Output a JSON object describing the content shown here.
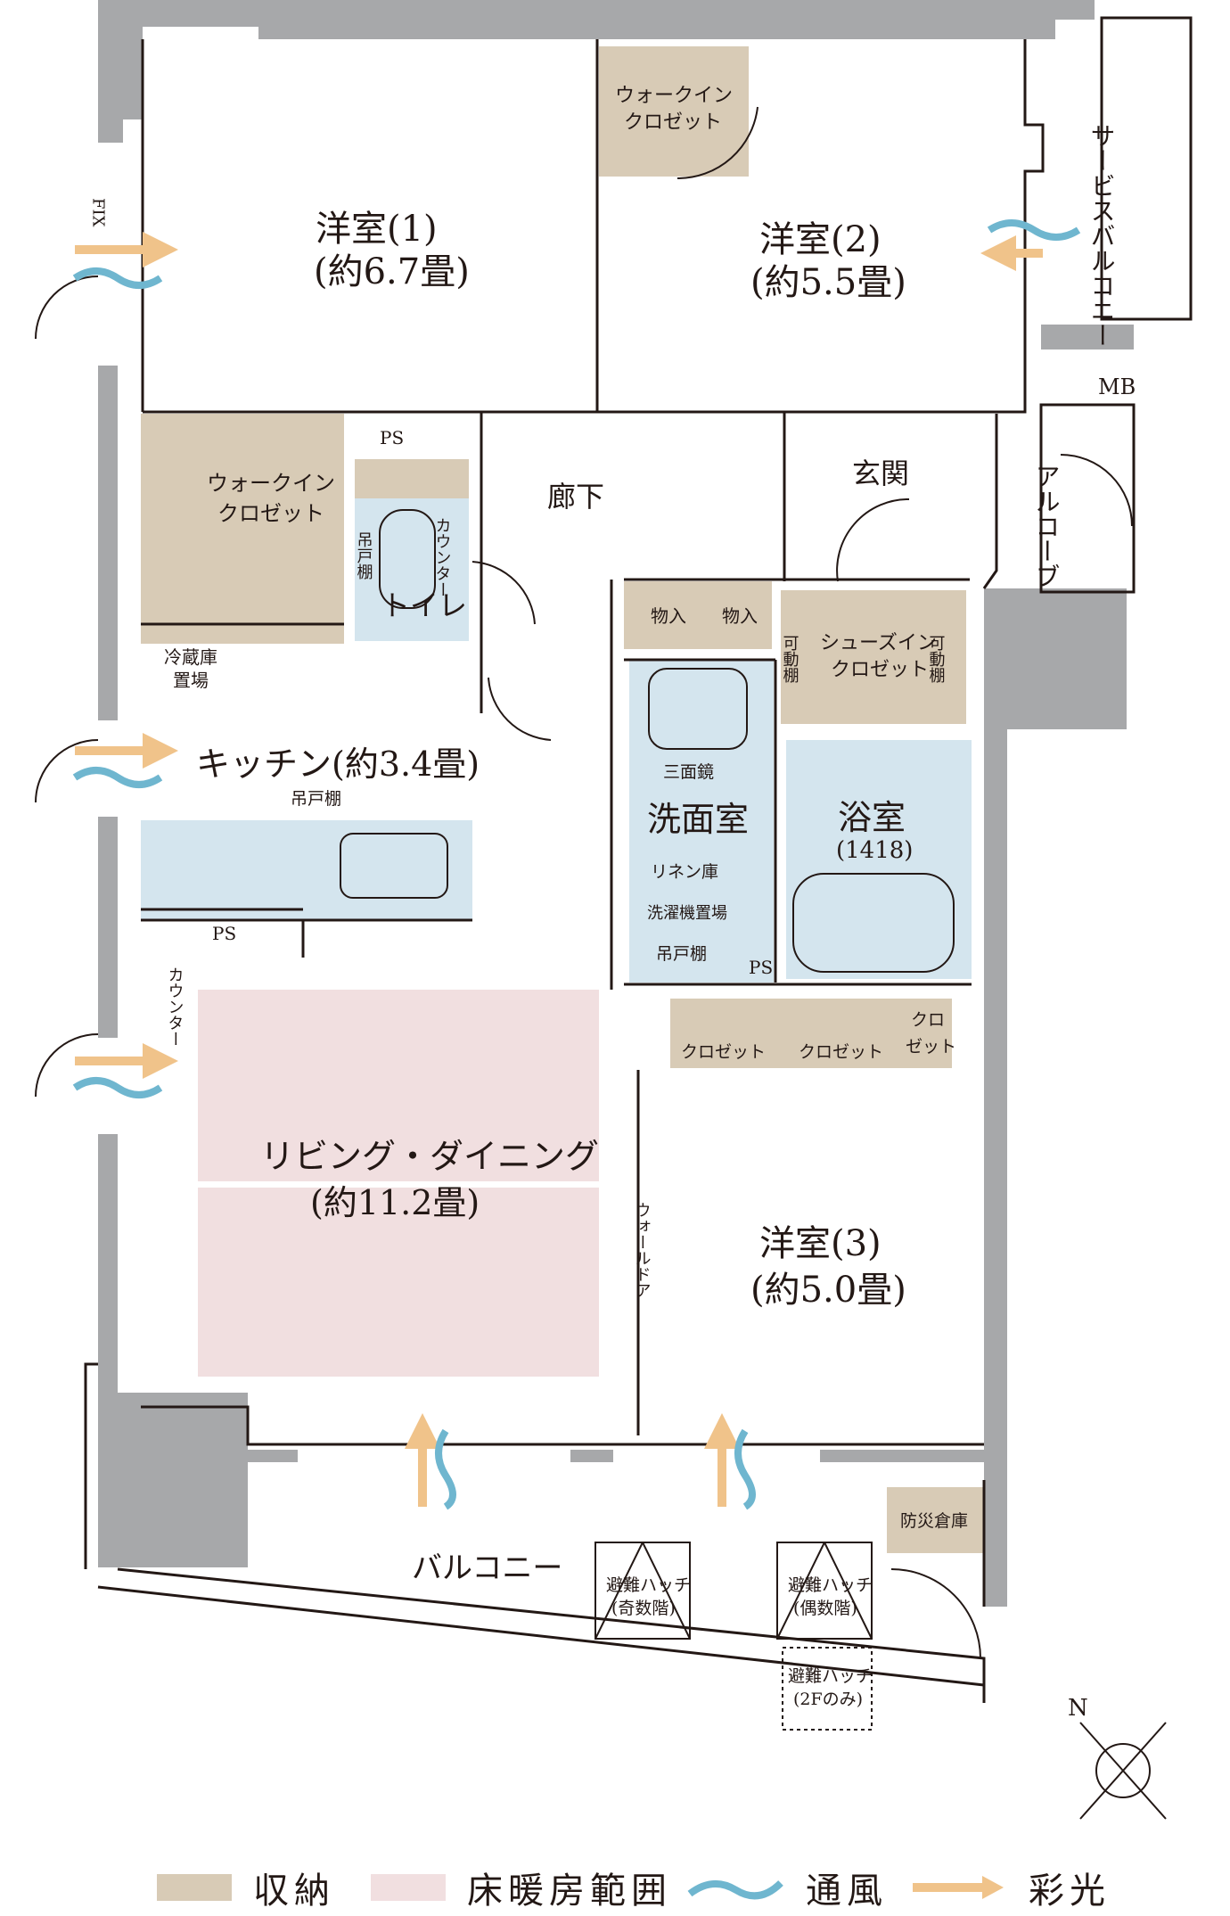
{
  "rooms": {
    "western1_name": "洋室(1)",
    "western1_size": "(約6.7畳)",
    "western2_name": "洋室(2)",
    "western2_size": "(約5.5畳)",
    "western3_name": "洋室(3)",
    "western3_size": "(約5.0畳)",
    "kitchen": "キッチン(約3.4畳)",
    "living_name": "リビング・ダイニング",
    "living_size": "(約11.2畳)",
    "corridor": "廊下",
    "entrance": "玄関",
    "toilet": "トイレ",
    "washroom": "洗面室",
    "bath_name": "浴室",
    "bath_size": "(1418)",
    "balcony": "バルコニー",
    "service_balcony": "サービスバルコニー",
    "alcove": "アルコーブ",
    "mb": "MB"
  },
  "storage": {
    "wic_top_line1": "ウォークイン",
    "wic_top_line2": "クロゼット",
    "wic_left_line1": "ウォークイン",
    "wic_left_line2": "クロゼット",
    "shoes_line1": "シューズイン",
    "shoes_line2": "クロゼット",
    "movable_shelf": "可動棚",
    "monoire": "物入",
    "closet": "クロゼット",
    "closet_small_1": "クロ",
    "closet_small_2": "ゼット",
    "linen": "リネン庫",
    "hanging_shelf": "吊戸棚",
    "fridge_line1": "冷蔵庫",
    "fridge_line2": "置場",
    "washer": "洗濯機置場",
    "counter": "カウンター",
    "ps": "PS",
    "mirror": "三面鏡",
    "wall_door": "ウォールドア",
    "fix": "FIX",
    "disaster_storage": "防災倉庫"
  },
  "hatches": {
    "odd_line1": "避難ハッチ",
    "odd_line2": "(奇数階)",
    "even_line1": "避難ハッチ",
    "even_line2": "(偶数階)",
    "second_line1": "避難ハッチ",
    "second_line2": "(2Fのみ)"
  },
  "compass": "N",
  "legend": {
    "storage": "収納",
    "floor_heating": "床暖房範囲",
    "ventilation": "通風",
    "daylight": "彩光"
  },
  "colors": {
    "storage": "#d8cbb6",
    "floor_heating": "#f1dfe0",
    "wet_area": "#d4e5ee",
    "wall": "#a7a8aa",
    "line": "#231815",
    "wind": "#6fb6cf",
    "light": "#f0c38a"
  }
}
